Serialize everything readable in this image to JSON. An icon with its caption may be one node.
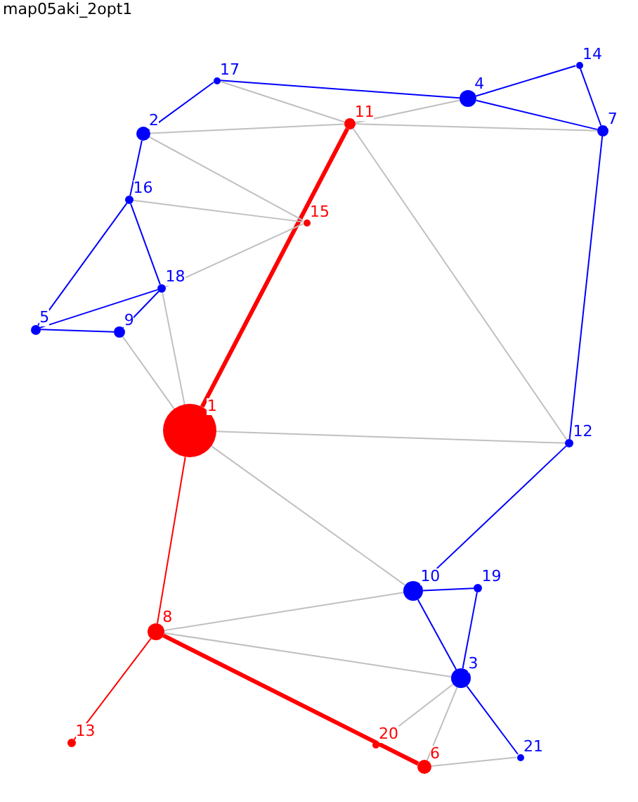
{
  "diagram": {
    "title": "map05aki_2opt1",
    "nodes": [
      {
        "text": [
          "1"
        ]
      },
      {
        "text": [
          "2"
        ]
      },
      {
        "text": [
          "3"
        ]
      },
      {
        "text": [
          "4"
        ]
      },
      {
        "text": [
          "5"
        ]
      },
      {
        "text": [
          "6"
        ]
      },
      {
        "text": [
          "7"
        ]
      },
      {
        "text": [
          "8"
        ]
      },
      {
        "text": [
          "9"
        ]
      },
      {
        "text": [
          "10"
        ]
      },
      {
        "text": [
          "11"
        ]
      },
      {
        "text": [
          "12"
        ]
      },
      {
        "text": [
          "13"
        ]
      },
      {
        "text": [
          "14"
        ]
      },
      {
        "text": [
          "15"
        ]
      },
      {
        "text": [
          "16"
        ]
      },
      {
        "text": [
          "17"
        ]
      },
      {
        "text": [
          "18"
        ]
      },
      {
        "text": [
          "19"
        ]
      },
      {
        "text": [
          "20"
        ]
      },
      {
        "text": [
          "21"
        ]
      }
    ],
    "edges": [
      {
        "from": 16,
        "to": 1,
        "arrow": "none",
        "color": "#0000ff"
      },
      {
        "from": 16,
        "to": 3,
        "arrow": "none",
        "color": "#0000ff"
      },
      {
        "from": 3,
        "to": 13,
        "arrow": "none",
        "color": "#0000ff"
      },
      {
        "from": 3,
        "to": 6,
        "arrow": "none",
        "color": "#0000ff"
      },
      {
        "from": 13,
        "to": 6,
        "arrow": "none",
        "color": "#0000ff"
      },
      {
        "from": 1,
        "to": 15,
        "arrow": "none",
        "color": "#0000ff"
      },
      {
        "from": 15,
        "to": 4,
        "arrow": "none",
        "color": "#0000ff"
      },
      {
        "from": 15,
        "to": 17,
        "arrow": "none",
        "color": "#0000ff"
      },
      {
        "from": 17,
        "to": 4,
        "arrow": "none",
        "color": "#0000ff"
      },
      {
        "from": 17,
        "to": 8,
        "arrow": "none",
        "color": "#0000ff"
      },
      {
        "from": 4,
        "to": 8,
        "arrow": "none",
        "color": "#0000ff"
      },
      {
        "from": 6,
        "to": 11,
        "arrow": "none",
        "color": "#0000ff"
      },
      {
        "from": 11,
        "to": 9,
        "arrow": "none",
        "color": "#0000ff"
      },
      {
        "from": 9,
        "to": 18,
        "arrow": "none",
        "color": "#0000ff"
      },
      {
        "from": 9,
        "to": 2,
        "arrow": "none",
        "color": "#0000ff"
      },
      {
        "from": 18,
        "to": 2,
        "arrow": "none",
        "color": "#0000ff"
      },
      {
        "from": 2,
        "to": 20,
        "arrow": "none",
        "color": "#0000ff"
      },
      {
        "from": 10,
        "to": 0,
        "arrow": "none",
        "style": "thick",
        "color": "#ff0000"
      },
      {
        "from": 0,
        "to": 7,
        "arrow": "none",
        "color": "#ff0000"
      },
      {
        "from": 7,
        "to": 12,
        "arrow": "none",
        "color": "#ff0000"
      },
      {
        "from": 7,
        "to": 5,
        "arrow": "none",
        "style": "thick",
        "color": "#ff0000"
      },
      {
        "from": 16,
        "to": 10,
        "arrow": "none",
        "color": "#c0c0c0"
      },
      {
        "from": 1,
        "to": 10,
        "arrow": "none",
        "color": "#c0c0c0"
      },
      {
        "from": 10,
        "to": 3,
        "arrow": "none",
        "color": "#c0c0c0"
      },
      {
        "from": 10,
        "to": 6,
        "arrow": "none",
        "color": "#c0c0c0"
      },
      {
        "from": 1,
        "to": 14,
        "arrow": "none",
        "color": "#c0c0c0"
      },
      {
        "from": 15,
        "to": 14,
        "arrow": "none",
        "color": "#c0c0c0"
      },
      {
        "from": 17,
        "to": 14,
        "arrow": "none",
        "color": "#c0c0c0"
      },
      {
        "from": 10,
        "to": 11,
        "arrow": "none",
        "color": "#c0c0c0"
      },
      {
        "from": 17,
        "to": 0,
        "arrow": "none",
        "color": "#c0c0c0"
      },
      {
        "from": 8,
        "to": 0,
        "arrow": "none",
        "color": "#c0c0c0"
      },
      {
        "from": 0,
        "to": 11,
        "arrow": "none",
        "color": "#c0c0c0"
      },
      {
        "from": 0,
        "to": 9,
        "arrow": "none",
        "color": "#c0c0c0"
      },
      {
        "from": 7,
        "to": 9,
        "arrow": "none",
        "color": "#c0c0c0"
      },
      {
        "from": 7,
        "to": 2,
        "arrow": "none",
        "color": "#c0c0c0"
      },
      {
        "from": 2,
        "to": 19,
        "arrow": "none",
        "color": "#c0c0c0"
      },
      {
        "from": 2,
        "to": 5,
        "arrow": "none",
        "color": "#c0c0c0"
      },
      {
        "from": 5,
        "to": 20,
        "arrow": "none",
        "color": "#c0c0c0"
      }
    ]
  }
}
